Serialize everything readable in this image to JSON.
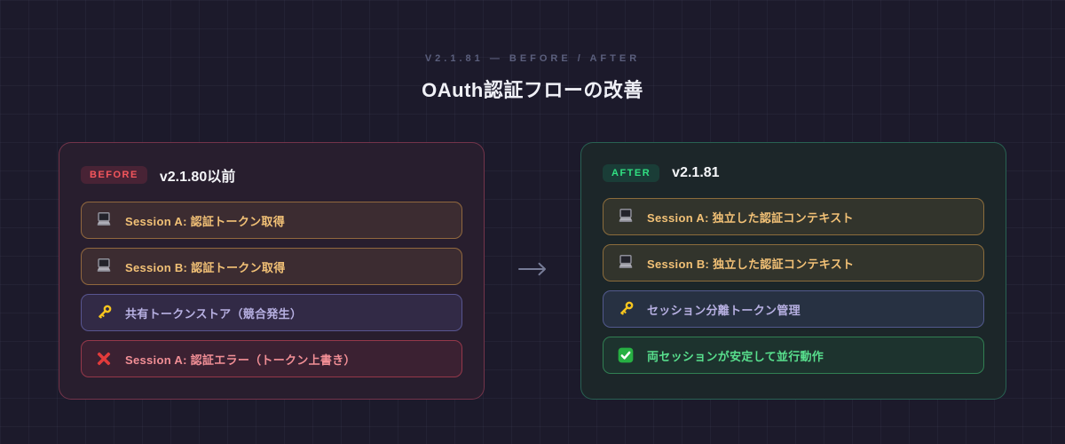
{
  "header": {
    "eyebrow": "V2.1.81 — BEFORE / AFTER",
    "title": "OAuth認証フローの改善"
  },
  "arrow": {
    "icon": "arrow-right-icon"
  },
  "before_card": {
    "badge": "BEFORE",
    "title": "v2.1.80以前",
    "rows": [
      {
        "icon": "laptop-icon",
        "tone": "amber",
        "text": "Session A: 認証トークン取得"
      },
      {
        "icon": "laptop-icon",
        "tone": "amber",
        "text": "Session B: 認証トークン取得"
      },
      {
        "icon": "key-icon",
        "tone": "purple",
        "text": "共有トークンストア（競合発生）"
      },
      {
        "icon": "cross-icon",
        "tone": "red",
        "text": "Session A: 認証エラー（トークン上書き）"
      }
    ]
  },
  "after_card": {
    "badge": "AFTER",
    "title": "v2.1.81",
    "rows": [
      {
        "icon": "laptop-icon",
        "tone": "amber",
        "text": "Session A: 独立した認証コンテキスト"
      },
      {
        "icon": "laptop-icon",
        "tone": "amber",
        "text": "Session B: 独立した認証コンテキスト"
      },
      {
        "icon": "key-icon",
        "tone": "purple",
        "text": "セッション分離トークン管理"
      },
      {
        "icon": "check-icon",
        "tone": "green",
        "text": "両セッションが安定して並行動作"
      }
    ]
  },
  "colors": {
    "page_background": "#1c1a2b",
    "before_accent": "#f4565c",
    "after_accent": "#31e182",
    "amber_text": "#f2c176",
    "purple_text": "#b7b0e2",
    "red_text": "#f28f96",
    "green_text": "#58df8d",
    "eyebrow_text": "#5b5f7d",
    "arrow": "#868da9"
  }
}
